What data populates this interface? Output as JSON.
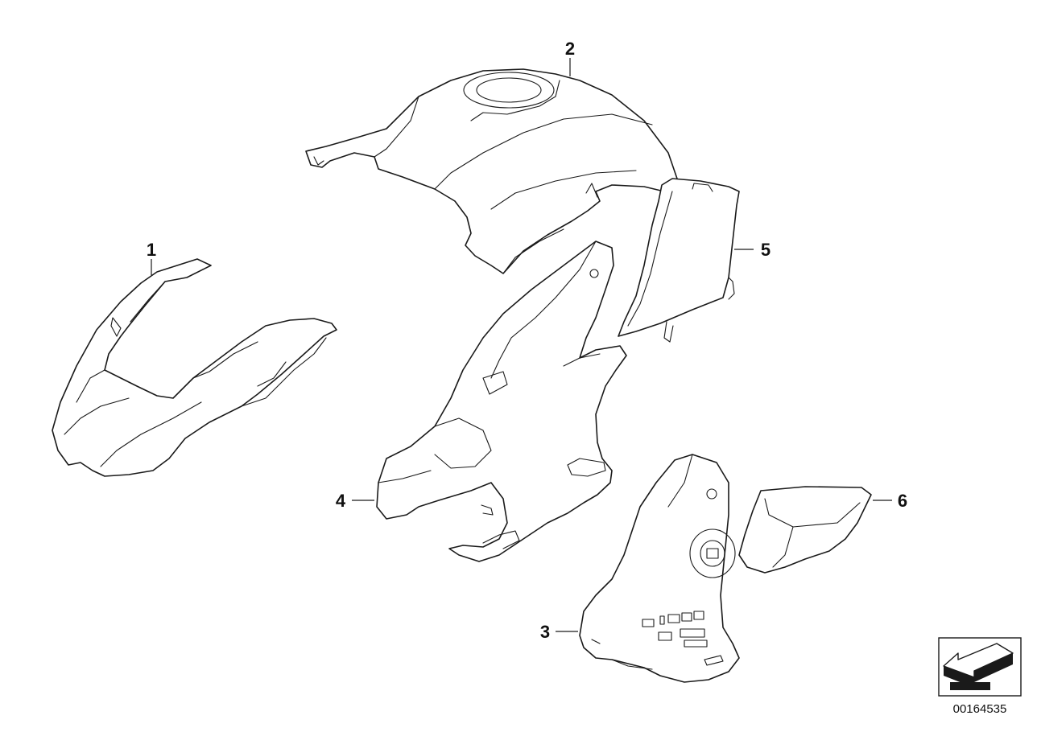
{
  "callouts": [
    {
      "id": "1",
      "label": "1"
    },
    {
      "id": "2",
      "label": "2"
    },
    {
      "id": "3",
      "label": "3"
    },
    {
      "id": "4",
      "label": "4"
    },
    {
      "id": "5",
      "label": "5"
    },
    {
      "id": "6",
      "label": "6"
    }
  ],
  "catalog_number": "00164535",
  "icons": {
    "orientation": "arrow-direction-icon"
  }
}
